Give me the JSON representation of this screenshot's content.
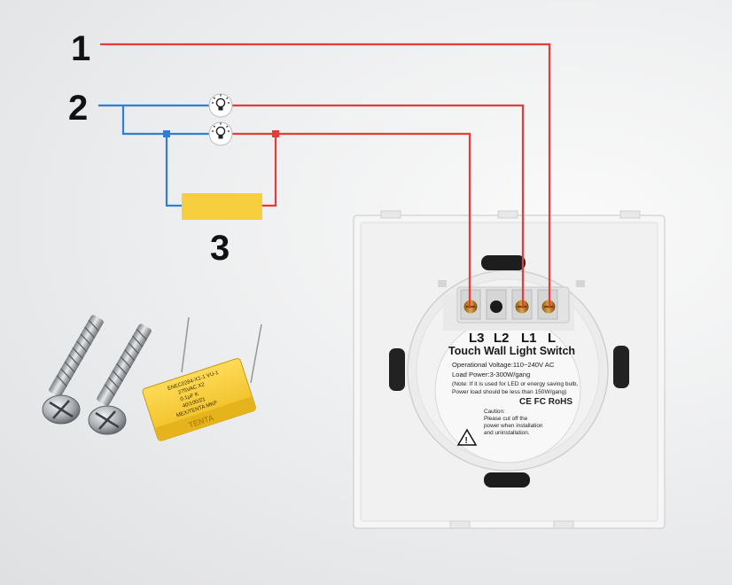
{
  "labels": {
    "live": "1",
    "neutral": "2",
    "capacitor": "3"
  },
  "terminals": [
    "L3",
    "L2",
    "L1",
    "L"
  ],
  "switch_label": {
    "title": "Touch Wall Light Switch",
    "voltage": "Operational Voltage:110~240V AC",
    "power": "Load Power:3-300W/gang",
    "note_line1": "(Note: If it is used for LED or energy saving bulb,",
    "note_line2": "Power load should be less than 150W/gang)",
    "marks": "CE FC RoHS",
    "caution_title": "Caution:",
    "caution_line1": "Please cut off the",
    "caution_line2": "power when installation",
    "caution_line3": "and uninstallation."
  },
  "capacitor_print": {
    "line1": "ENEC0284-X1-1 VU-1",
    "line2": "275VAC X2",
    "line3": "0.1µF K",
    "line4": "40/100/21",
    "line5": "MEX/TENTA MKP",
    "brand": "TENTA"
  },
  "colors": {
    "live_wire": "#e8393b",
    "neutral_wire": "#2f7fd6",
    "capacitor": "#f6ce3e",
    "panel": "#f4f4f4",
    "label_bg": "#f7f7f7"
  },
  "icons": [
    "bulb-icon",
    "bulb-icon"
  ]
}
